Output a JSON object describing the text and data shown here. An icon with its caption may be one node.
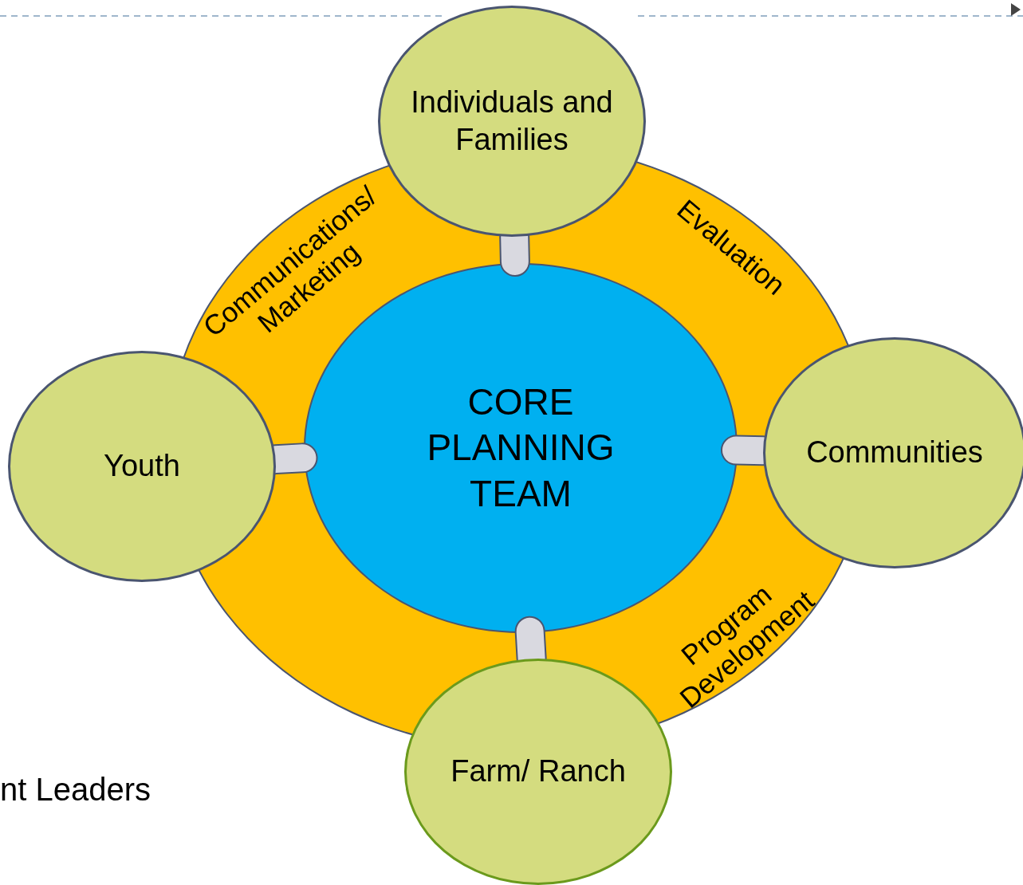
{
  "diagram": {
    "nodes": [
      {
        "text": [
          "Communications/ Marketing",
          "Evaluation",
          "Program Development"
        ]
      },
      {
        "text": [
          "CORE PLANNING TEAM"
        ],
        "in": 0
      },
      {
        "text": [
          "Individuals and Families"
        ]
      },
      {
        "text": [
          "Youth"
        ]
      },
      {
        "text": [
          "Communities"
        ]
      },
      {
        "text": [
          "Farm/ Ranch"
        ]
      }
    ],
    "edges": [
      {
        "from": 1,
        "to": 2,
        "arrow": "none"
      },
      {
        "from": 1,
        "to": 3,
        "arrow": "none"
      },
      {
        "from": 1,
        "to": 4,
        "arrow": "none"
      },
      {
        "from": 1,
        "to": 5,
        "arrow": "none"
      }
    ],
    "labels": [
      "nt Leaders"
    ]
  }
}
